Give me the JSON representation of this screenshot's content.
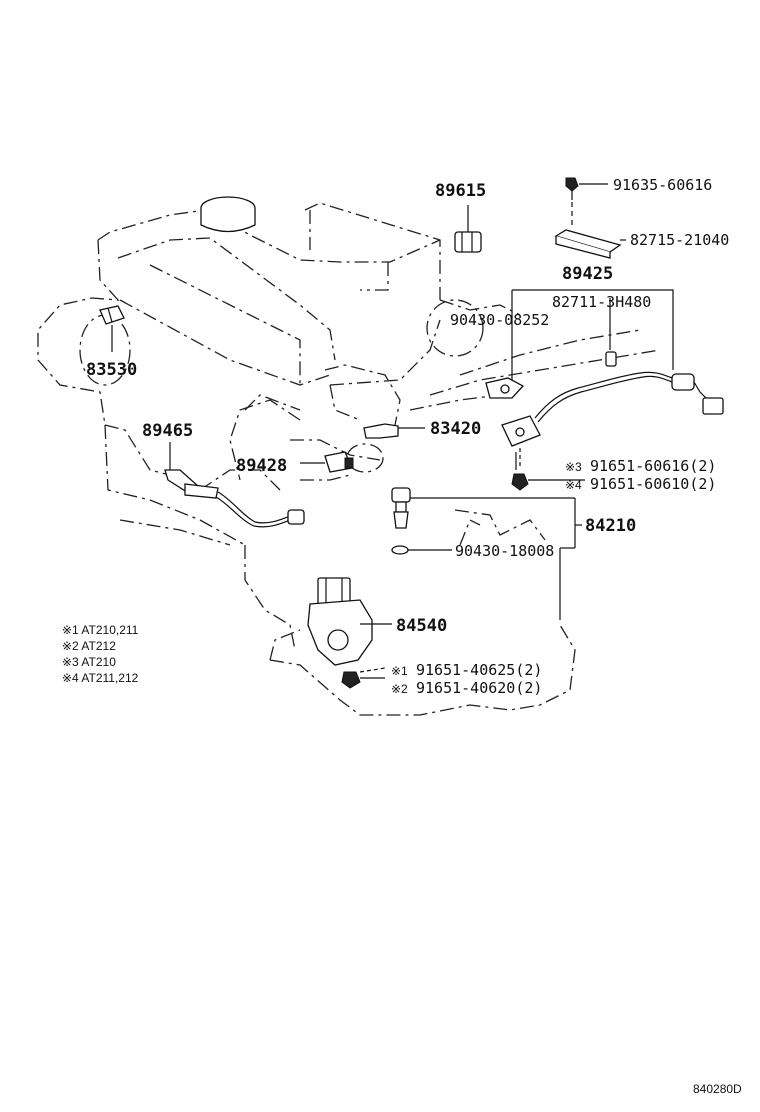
{
  "parts": {
    "p89615": "89615",
    "p91635": "91635-60616",
    "p82715": "82715-21040",
    "p89425": "89425",
    "p82711": "82711-3H480",
    "p90430a": "90430-08252",
    "p83530": "83530",
    "p89465": "89465",
    "p83420": "83420",
    "p89428": "89428",
    "p91651a_mark": "※3",
    "p91651a": "91651-60616(2)",
    "p91651b_mark": "※4",
    "p91651b": "91651-60610(2)",
    "p84210": "84210",
    "p90430b": "90430-18008",
    "p84540": "84540",
    "p91651c_mark": "※1",
    "p91651c": "91651-40625(2)",
    "p91651d_mark": "※2",
    "p91651d": "91651-40620(2)"
  },
  "notes": [
    "※1 AT210,211",
    "※2 AT212",
    "※3 AT210",
    "※4 AT211,212"
  ],
  "diagram_code": "840280D"
}
